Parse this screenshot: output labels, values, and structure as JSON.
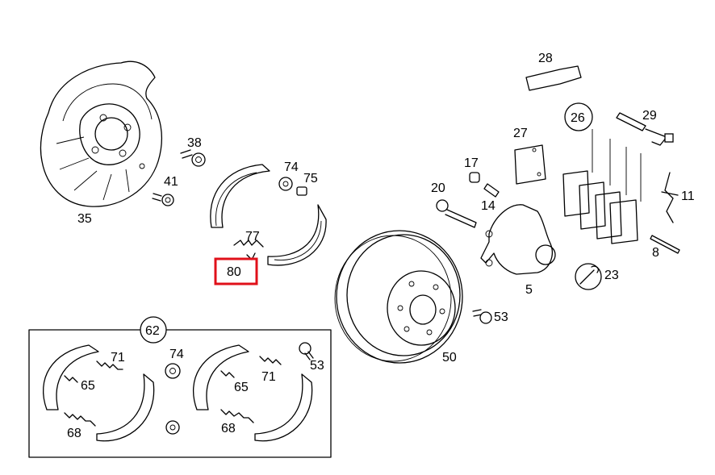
{
  "highlight": {
    "color": "#e0101a",
    "part": "80"
  },
  "parts": {
    "p5": "5",
    "p8": "8",
    "p11": "11",
    "p14": "14",
    "p17": "17",
    "p20": "20",
    "p23": "23",
    "p26": "26",
    "p27": "27",
    "p28": "28",
    "p29": "29",
    "p35": "35",
    "p38": "38",
    "p41": "41",
    "p50": "50",
    "p53": "53",
    "p62": "62",
    "p74": "74",
    "p75": "75",
    "p77": "77",
    "p80": "80",
    "kit_71_left": "71",
    "kit_74": "74",
    "kit_65_left": "65",
    "kit_68_left": "68",
    "kit_71_right": "71",
    "kit_65_right": "65",
    "kit_68_right": "68",
    "kit_53": "53"
  }
}
